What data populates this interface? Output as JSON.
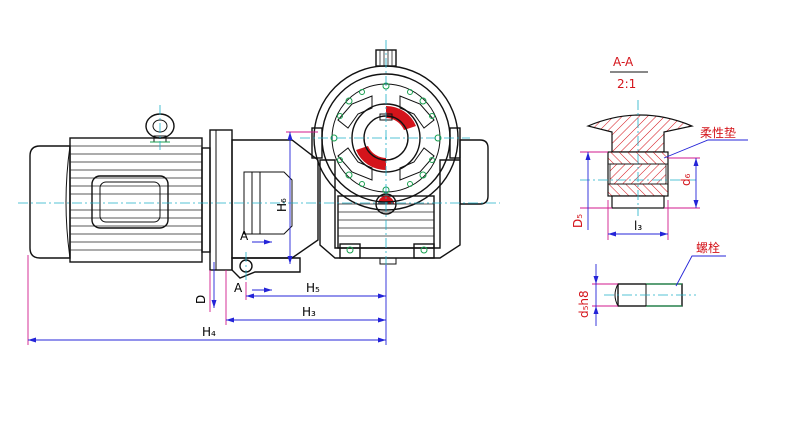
{
  "labels": {
    "H5": "H₅",
    "H3": "H₃",
    "H4": "H₄",
    "H6": "H₆",
    "D": "D",
    "A_top": "A",
    "A_bottom": "A",
    "section_title": "A-A",
    "section_scale": "2:1",
    "cushion": "柔性垫",
    "bolt": "螺栓",
    "d6": "d₆",
    "D5": "D₅",
    "l3": "l₃",
    "d5h8": "d₅h8"
  },
  "colors": {
    "outline": "#111111",
    "centerline": "#1fb0c8",
    "dimension": "#2424d8",
    "dimension_alt": "#d21a8c",
    "accent_red": "#d4141b",
    "green": "#19a050",
    "hatch": "#d4141b"
  }
}
